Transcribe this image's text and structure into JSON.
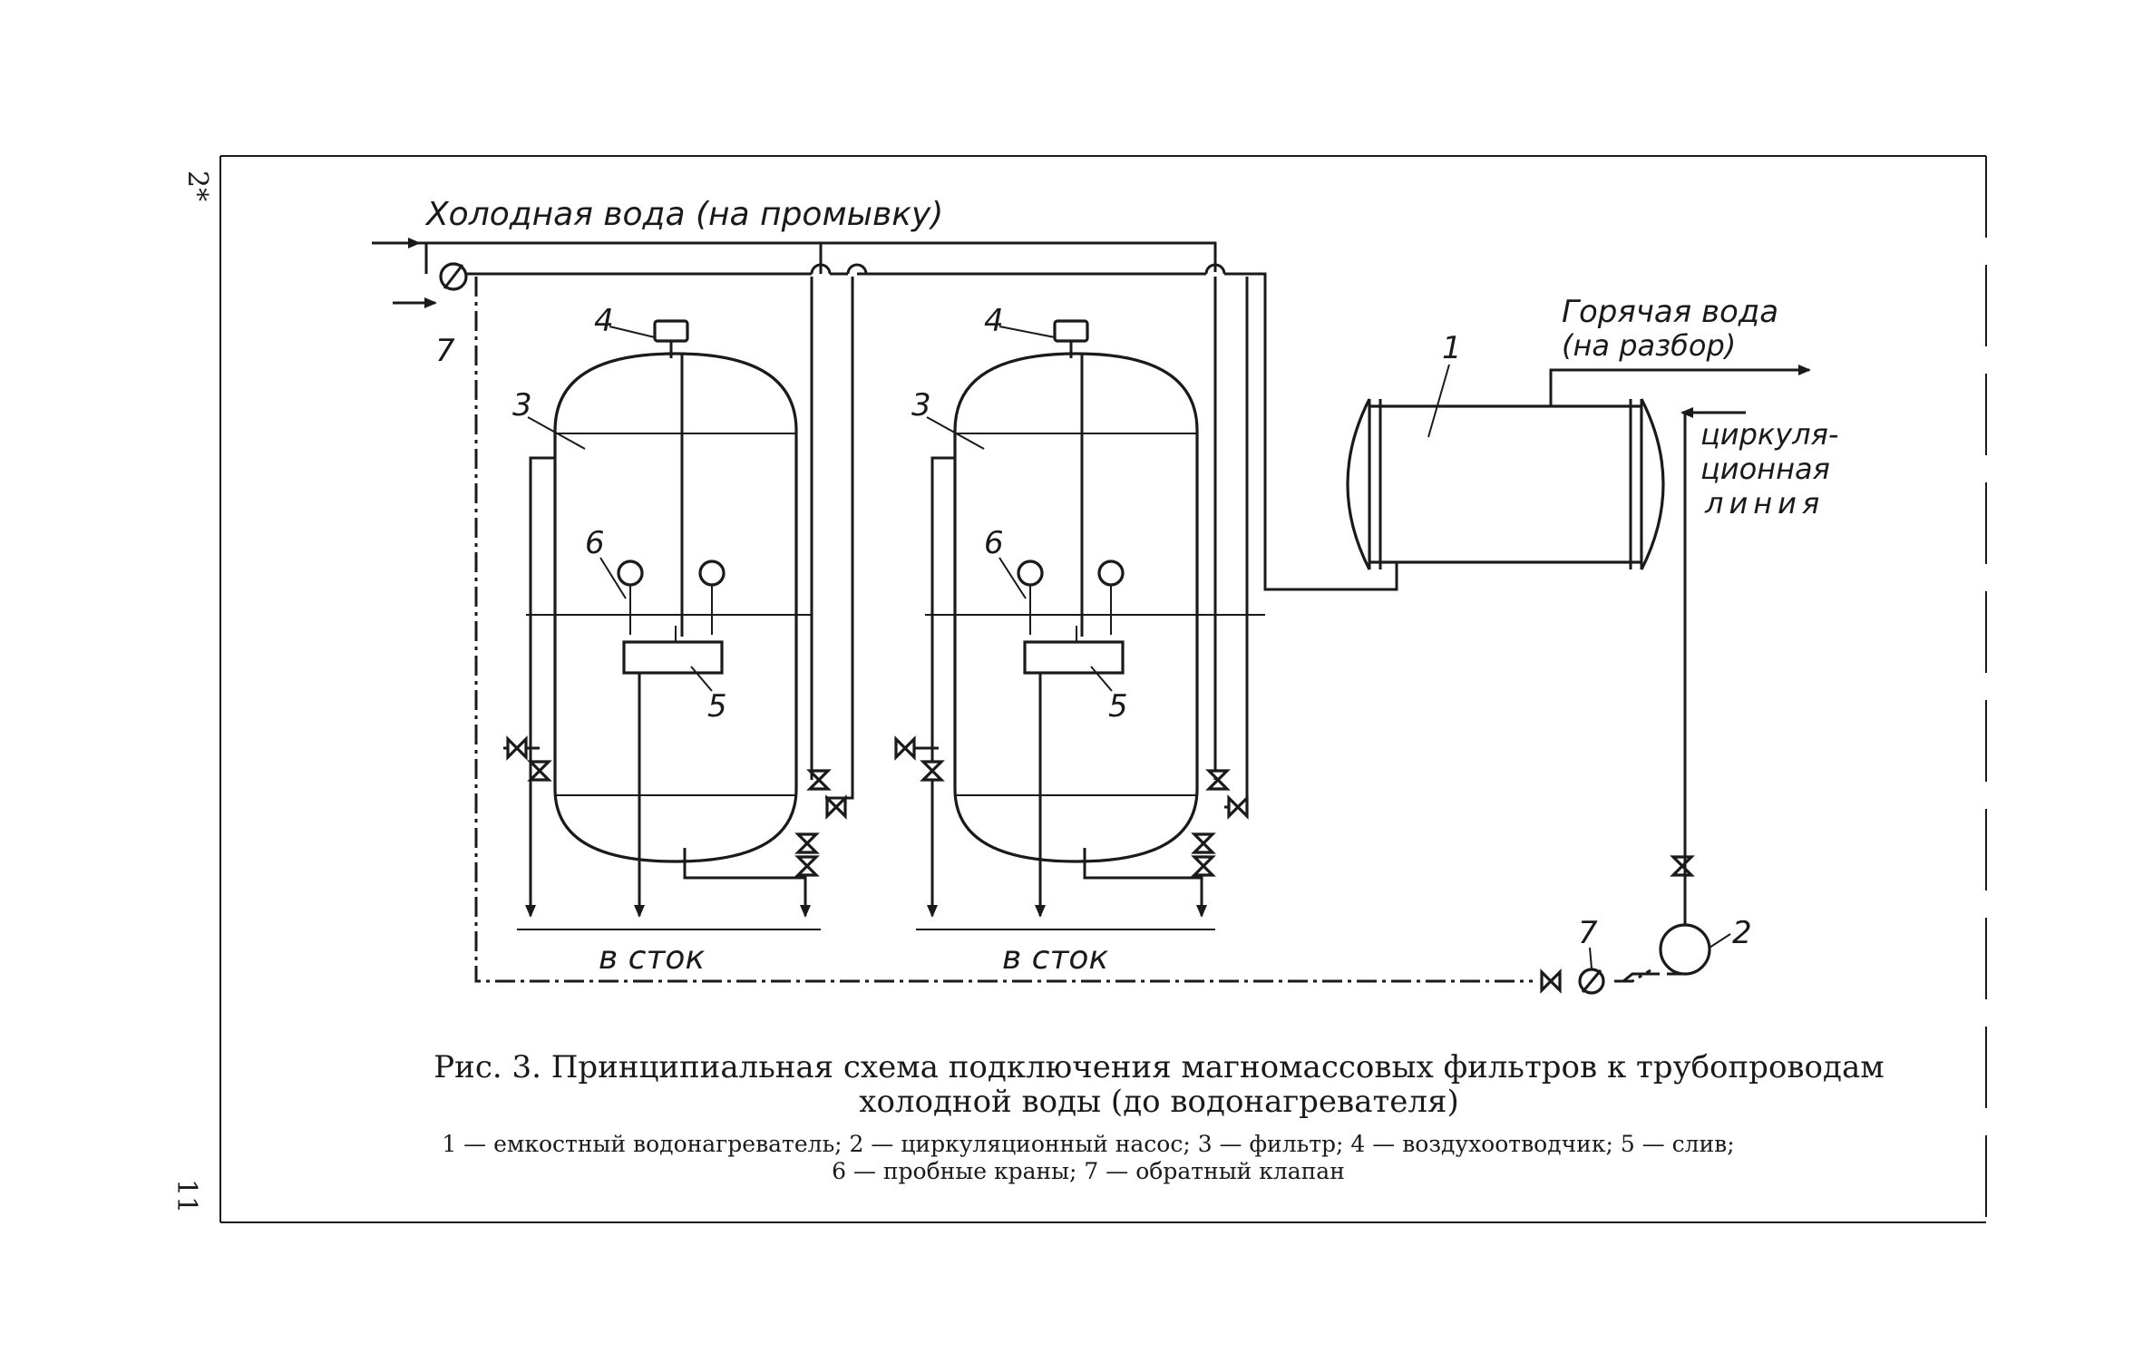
{
  "margin": {
    "top_mark": "2*",
    "bottom_mark": "11"
  },
  "labels": {
    "cold_water": "Холодная вода (на промывку)",
    "hot_water_line1": "Горячая вода",
    "hot_water_line2": "(на разбор)",
    "circ_line1": "циркуля-",
    "circ_line2": "ционная",
    "circ_line3": "линия",
    "drain_1": "в сток",
    "drain_2": "в сток"
  },
  "markers": {
    "heater": "1",
    "pump": "2",
    "filter_a": "3",
    "filter_b": "3",
    "vent_a": "4",
    "vent_b": "4",
    "drain_a": "5",
    "drain_b": "5",
    "taps_a": "6",
    "taps_b": "6",
    "check_valve_top": "7",
    "check_valve_bottom": "7"
  },
  "caption": {
    "title_line1": "Рис. 3. Принципиальная схема подключения магномассовых фильтров к трубопроводам",
    "title_line2": "холодной воды (до водонагревателя)",
    "legend_line1": "1 — емкостный водонагреватель; 2 — циркуляционный насос; 3 — фильтр; 4 — воздухоотводчик; 5 — слив;",
    "legend_line2": "6 — пробные краны; 7 — обратный клапан"
  }
}
